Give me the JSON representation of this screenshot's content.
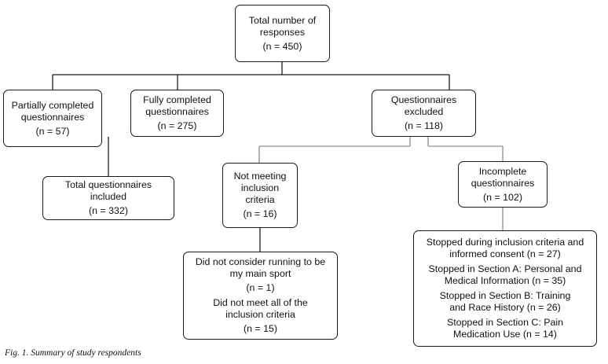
{
  "nodes": {
    "total": {
      "label": "Total number of responses",
      "count": "(n = 450)"
    },
    "partial": {
      "label": "Partially completed questionnaires",
      "count": "(n = 57)"
    },
    "full": {
      "label": "Fully completed questionnaires",
      "count": "(n = 275)"
    },
    "excluded": {
      "label": "Questionnaires excluded",
      "count": "(n = 118)"
    },
    "included": {
      "label": "Total questionnaires included",
      "count": "(n = 332)"
    },
    "not_meeting": {
      "label": "Not meeting inclusion criteria",
      "count": "(n = 16)"
    },
    "incomplete": {
      "label": "Incomplete questionnaires",
      "count": "(n = 102)"
    },
    "reasons_not_meeting": [
      {
        "label": "Did not consider running to be my main sport",
        "count": "(n = 1)"
      },
      {
        "label": "Did not meet all of the inclusion criteria",
        "count": "(n = 15)"
      }
    ],
    "reasons_incomplete": [
      {
        "text": "Stopped during inclusion criteria and informed consent (n = 27)"
      },
      {
        "text": "Stopped in Section A: Personal and Medical Information (n = 35)"
      },
      {
        "text": "Stopped in Section B: Training and Race History (n = 26)"
      },
      {
        "text": "Stopped in Section C: Pain Medication Use (n = 14)"
      }
    ]
  },
  "caption": {
    "prefix": "Fig. 1.",
    "text": "Summary of study respondents"
  }
}
